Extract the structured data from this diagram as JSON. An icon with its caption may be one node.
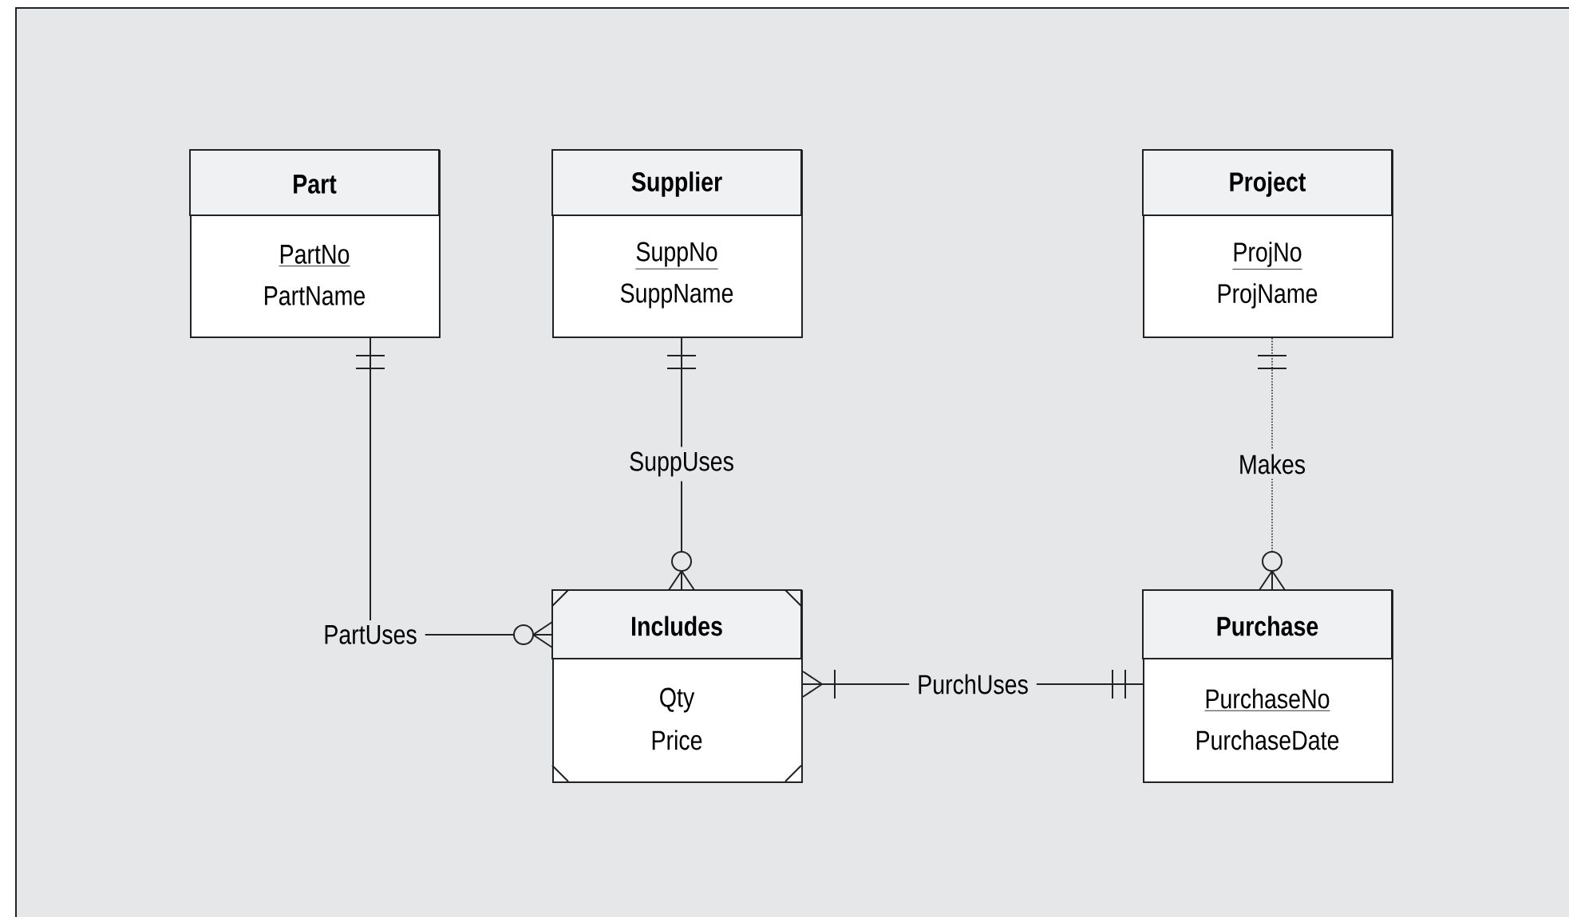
{
  "diagram": {
    "nodes": [
      {
        "text": [
          "Part",
          "PartNo",
          "PartName"
        ]
      },
      {
        "text": [
          "Supplier",
          "SuppNo",
          "SuppName"
        ]
      },
      {
        "text": [
          "Project",
          "ProjNo",
          "ProjName"
        ]
      },
      {
        "text": [
          "Includes",
          "Qty",
          "Price"
        ]
      },
      {
        "text": [
          "Purchase",
          "PurchaseNo",
          "PurchaseDate"
        ]
      }
    ],
    "edges": [
      {
        "from": 0,
        "to": 3,
        "arrow": "other",
        "label": "PartUses"
      },
      {
        "from": 1,
        "to": 3,
        "arrow": "other",
        "label": "SuppUses"
      },
      {
        "from": 3,
        "to": 4,
        "arrow": "other",
        "label": "PurchUses"
      },
      {
        "from": 2,
        "to": 4,
        "arrow": "other",
        "label": "Makes",
        "style": "dashed"
      }
    ]
  }
}
